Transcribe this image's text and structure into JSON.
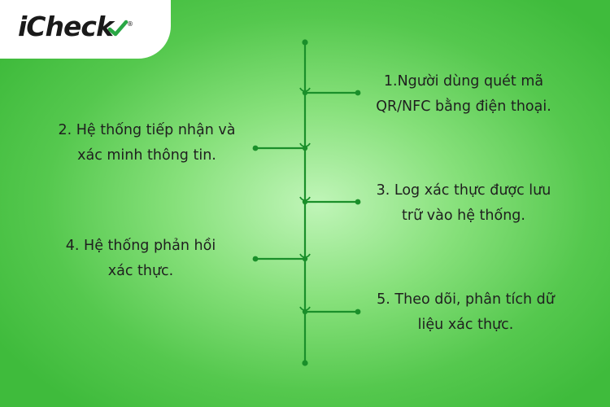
{
  "brand": {
    "name": "iCheck",
    "registered_mark": "®",
    "accent_color": "#2aa745",
    "background_color": "#5fcd55",
    "line_color": "#1a8f2a"
  },
  "steps": [
    {
      "number": 1,
      "lines": [
        "1.Người dùng quét mã",
        "QR/NFC bằng điện thoại."
      ]
    },
    {
      "number": 2,
      "lines": [
        "2. Hệ thống tiếp nhận và",
        "xác minh thông tin."
      ]
    },
    {
      "number": 3,
      "lines": [
        "3. Log xác thực được lưu",
        "trữ vào hệ thống."
      ]
    },
    {
      "number": 4,
      "lines": [
        "4. Hệ thống phản hồi",
        "xác thực."
      ]
    },
    {
      "number": 5,
      "lines": [
        "5. Theo dõi, phân tích dữ",
        "liệu xác thực."
      ]
    }
  ]
}
